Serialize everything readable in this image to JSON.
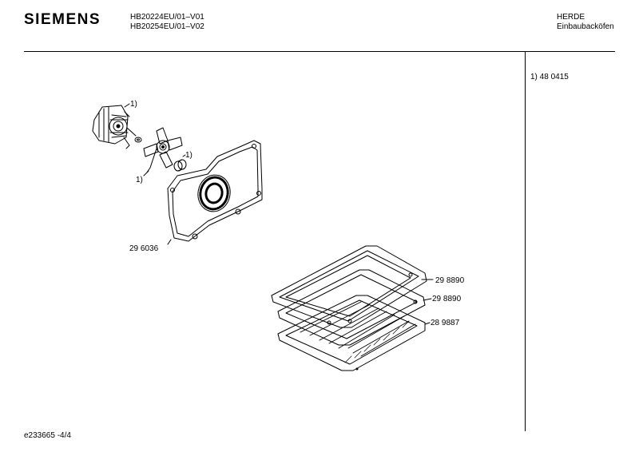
{
  "header": {
    "brand": "SIEMENS",
    "model_lines": [
      "HB20224EU/01–V01",
      "HB20254EU/01–V02"
    ],
    "manufacturer": "HERDE",
    "category": "Einbaubacköfen"
  },
  "side_note": "1)  48 0415",
  "footer": {
    "doc_id": "e233665  -4/4"
  },
  "parts": {
    "fan_motor_ref": "1)",
    "fan_ref_right": "1)",
    "fan_ref_left": "1)",
    "back_panel": "29 6036",
    "tray_upper": "29 8890",
    "tray_lower": "29 8890",
    "grid_shelf": "28 9887"
  },
  "colors": {
    "line": "#000000",
    "background": "#ffffff"
  }
}
